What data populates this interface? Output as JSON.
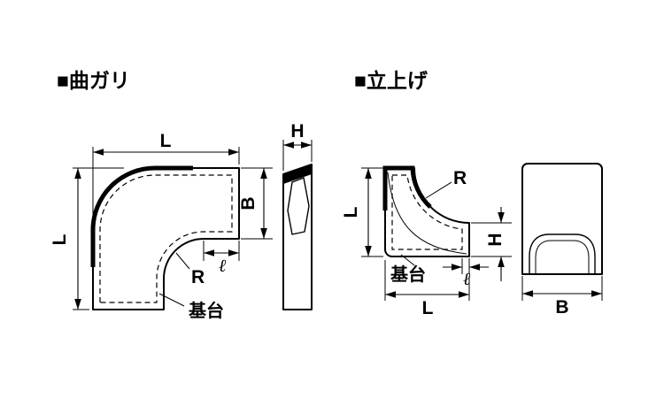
{
  "sections": {
    "bend": {
      "title": "■曲ガリ"
    },
    "riser": {
      "title": "■立上げ"
    }
  },
  "labels": {
    "length": "L",
    "width": "B",
    "height": "H",
    "radius": "R",
    "ell": "ℓ",
    "base": "基台"
  },
  "colors": {
    "ink": "#000000",
    "background": "#ffffff"
  }
}
